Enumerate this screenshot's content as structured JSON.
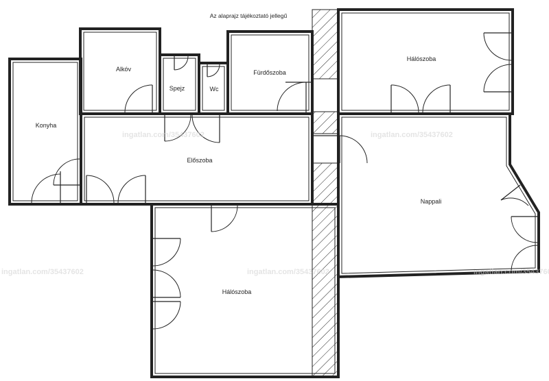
{
  "plan": {
    "note": "Az alaprajz tájékoztató jellegű",
    "rooms": {
      "konyha": "Konyha",
      "alkov": "Alkóv",
      "spejz": "Spejz",
      "wc": "Wc",
      "furdoszoba": "Fürdőszoba",
      "haloszoba_top": "Hálószoba",
      "eloszoba": "Előszoba",
      "nappali": "Nappali",
      "haloszoba_bottom": "Hálószoba"
    },
    "watermark": "ingatlan.com/35437602"
  },
  "colors": {
    "wall": "#222222",
    "hatch": "#222222",
    "watermark": "#cfcfcf"
  }
}
